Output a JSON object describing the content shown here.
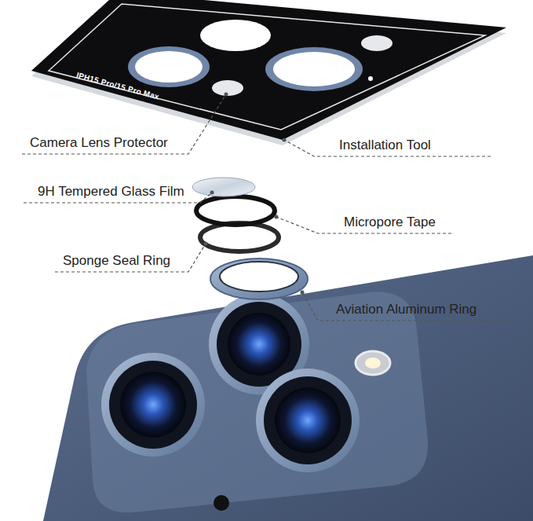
{
  "diagram": {
    "labels": [
      "Camera Lens Protector",
      "Installation Tool",
      "9H Tempered Glass Film",
      "Micropore Tape",
      "Sponge Seal Ring",
      "Aviation Aluminum Ring",
      "IPH15 Pro/15 Pro Max"
    ]
  }
}
